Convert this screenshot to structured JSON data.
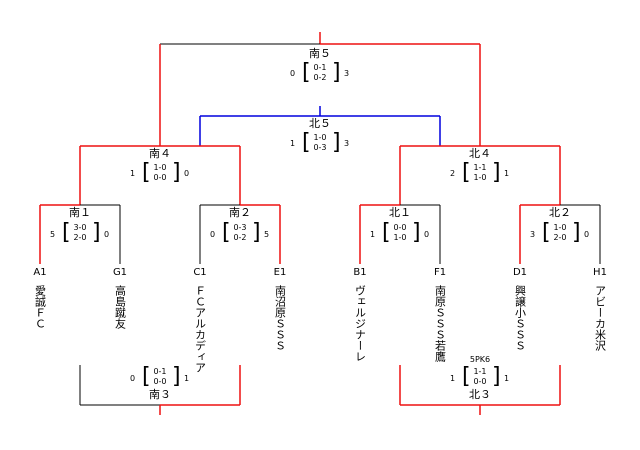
{
  "colors": {
    "win": "#ee1111",
    "lose": "#000000",
    "north": "#0000dd"
  },
  "matches": [
    {
      "id": "final_s",
      "name": "南５",
      "left": "0",
      "right": "3",
      "h1": "0-1",
      "h2": "0-2"
    },
    {
      "id": "final_n",
      "name": "北５",
      "left": "1",
      "right": "3",
      "h1": "1-0",
      "h2": "0-3"
    },
    {
      "id": "s4",
      "name": "南４",
      "left": "1",
      "right": "0",
      "h1": "1-0",
      "h2": "0-0"
    },
    {
      "id": "n4",
      "name": "北４",
      "left": "2",
      "right": "1",
      "h1": "1-1",
      "h2": "1-0"
    },
    {
      "id": "s1",
      "name": "南１",
      "left": "5",
      "right": "0",
      "h1": "3-0",
      "h2": "2-0"
    },
    {
      "id": "s2",
      "name": "南２",
      "left": "0",
      "right": "5",
      "h1": "0-3",
      "h2": "0-2"
    },
    {
      "id": "n1",
      "name": "北１",
      "left": "1",
      "right": "0",
      "h1": "0-0",
      "h2": "1-0"
    },
    {
      "id": "n2",
      "name": "北２",
      "left": "3",
      "right": "0",
      "h1": "1-0",
      "h2": "2-0"
    },
    {
      "id": "s3",
      "name": "南３",
      "left": "0",
      "right": "1",
      "h1": "0-1",
      "h2": "0-0"
    },
    {
      "id": "n3",
      "name": "北３",
      "left": "1",
      "right": "1",
      "h1": "1-1",
      "h2": "0-0",
      "pk": "5PK6"
    }
  ],
  "teams": [
    {
      "code": "A1",
      "name": "愛誠ＦＣ"
    },
    {
      "code": "G1",
      "name": "高島蹴友"
    },
    {
      "code": "C1",
      "name": "ＦＣアルカディア"
    },
    {
      "code": "E1",
      "name": "南沼原ＳＳＳ"
    },
    {
      "code": "B1",
      "name": "ヴェルジナーレ"
    },
    {
      "code": "F1",
      "name": "南原ＳＳＳ若鷹"
    },
    {
      "code": "D1",
      "name": "興譲小ＳＳＳ"
    },
    {
      "code": "H1",
      "name": "アビーカ米沢"
    }
  ]
}
